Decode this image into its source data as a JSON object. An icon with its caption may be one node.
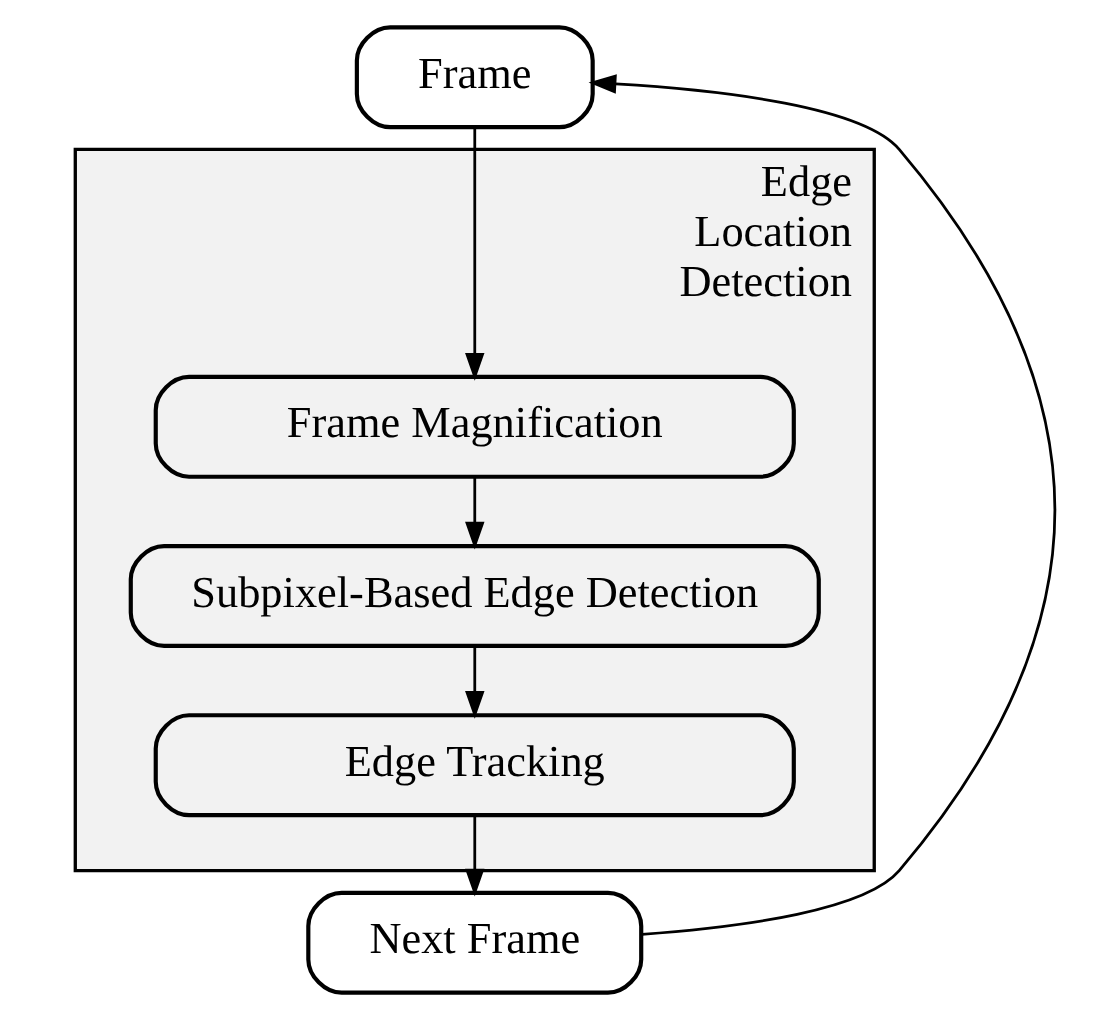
{
  "diagram": {
    "nodes": [
      {
        "text": [
          "Frame"
        ]
      },
      {
        "text": [
          "Edge Location Detection"
        ]
      },
      {
        "text": [
          "Frame Magnification"
        ],
        "in": 1
      },
      {
        "text": [
          "Subpixel-Based Edge Detection"
        ],
        "in": 1
      },
      {
        "text": [
          "Edge Tracking"
        ],
        "in": 1
      },
      {
        "text": [
          "Next Frame"
        ]
      }
    ],
    "edges": [
      {
        "from": 0,
        "to": 2,
        "arrow": "to"
      },
      {
        "from": 2,
        "to": 3,
        "arrow": "to"
      },
      {
        "from": 3,
        "to": 4,
        "arrow": "to"
      },
      {
        "from": 4,
        "to": 5,
        "arrow": "to"
      },
      {
        "from": 5,
        "to": 0,
        "arrow": "to"
      }
    ]
  }
}
